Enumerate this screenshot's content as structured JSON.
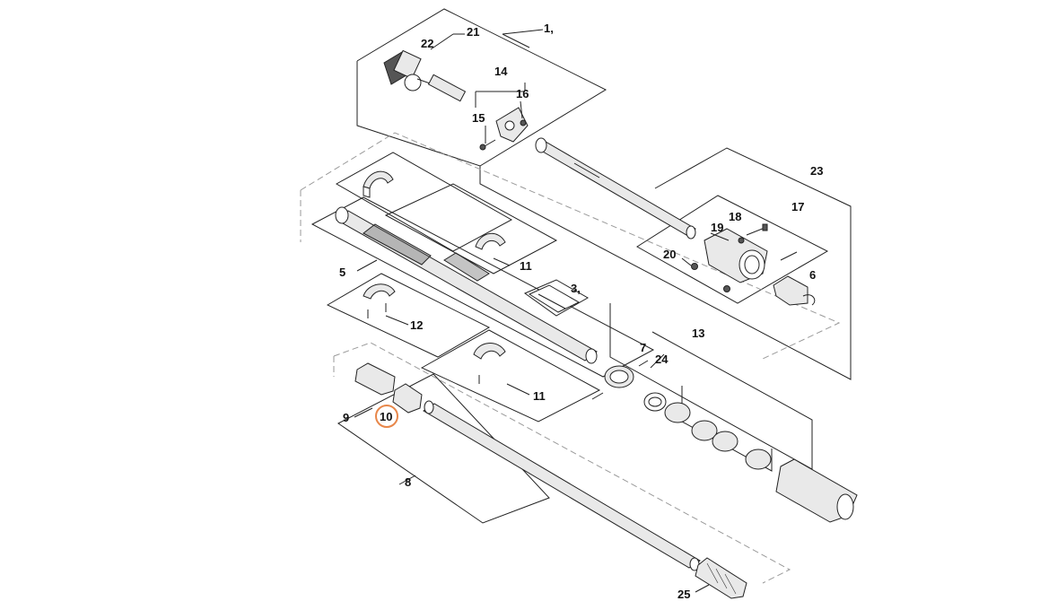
{
  "diagram": {
    "highlight_color": "#e8874a",
    "highlighted_part": "10",
    "callouts": {
      "p1": "1,",
      "p3": "3,",
      "p5": "5",
      "p6": "6",
      "p7": "7",
      "p8": "8",
      "p9": "9",
      "p10": "10",
      "p11a": "11",
      "p11b": "11",
      "p12": "12",
      "p13": "13",
      "p14": "14",
      "p15": "15",
      "p16": "16",
      "p17": "17",
      "p18": "18",
      "p19": "19",
      "p20": "20",
      "p21": "21",
      "p22": "22",
      "p23": "23",
      "p24": "24",
      "p25": "25"
    }
  }
}
